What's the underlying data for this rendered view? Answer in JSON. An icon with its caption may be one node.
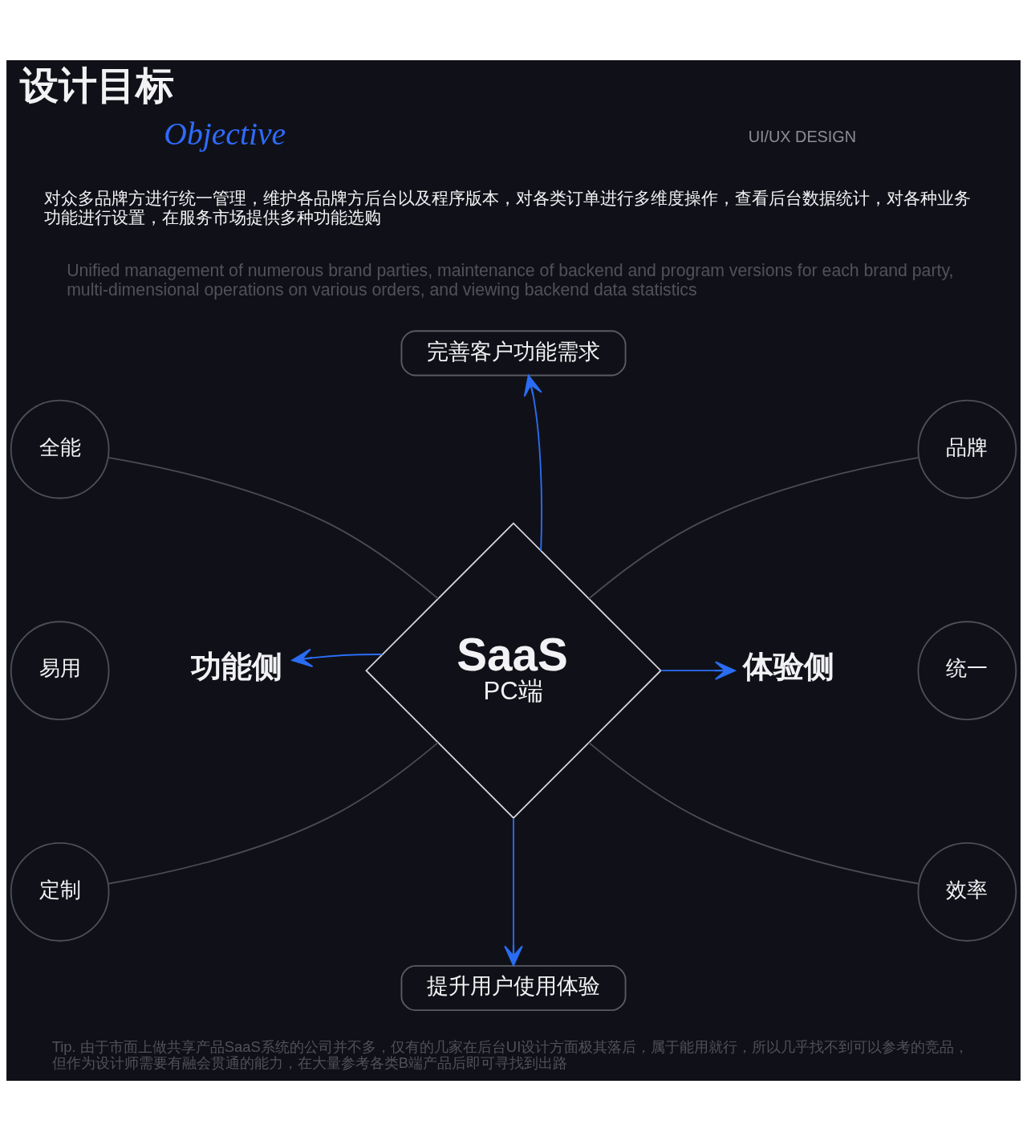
{
  "diagram": {
    "title": "设计目标",
    "nodes": [
      {
        "text": [
          "完善客户功能需求"
        ]
      },
      {
        "text": [
          "全能"
        ]
      },
      {
        "text": [
          "品牌"
        ]
      },
      {
        "text": [
          "易用"
        ]
      },
      {
        "text": [
          "功能侧"
        ]
      },
      {
        "text": [
          "SaaS",
          "PC端"
        ]
      },
      {
        "text": [
          "体验侧"
        ]
      },
      {
        "text": [
          "统一"
        ]
      },
      {
        "text": [
          "定制"
        ]
      },
      {
        "text": [
          "效率"
        ]
      },
      {
        "text": [
          "提升用户使用体验"
        ]
      }
    ],
    "edges": [
      {
        "from": 5,
        "to": 0,
        "arrow": "to",
        "color": "#2a6df4"
      },
      {
        "from": 5,
        "to": 4,
        "arrow": "to",
        "color": "#2a6df4"
      },
      {
        "from": 5,
        "to": 6,
        "arrow": "to",
        "color": "#2a6df4"
      },
      {
        "from": 5,
        "to": 10,
        "arrow": "to",
        "color": "#2a6df4"
      },
      {
        "from": 5,
        "to": 1,
        "arrow": "none",
        "color": "#4a4b53"
      },
      {
        "from": 5,
        "to": 2,
        "arrow": "none",
        "color": "#4a4b53"
      },
      {
        "from": 5,
        "to": 8,
        "arrow": "none",
        "color": "#4a4b53"
      },
      {
        "from": 5,
        "to": 9,
        "arrow": "none",
        "color": "#4a4b53"
      }
    ],
    "labels": [
      "UI/UX DESIGN",
      "Objective",
      "对众多品牌方进行统一管理，维护各品牌方后台以及程序版本，对各类订单进行多维度操作，查看后台数据统计，对各种业务功能进行设置，在服务市场提供多种功能选购",
      "Unified management of numerous brand parties, maintenance of backend and program versions for each brand party, multi-dimensional operations on various orders, and viewing backend data statistics",
      "Tip. 由于市面上做共享产品SaaS系统的公司并不多，仅有的几家在后台UI设计方面极其落后，属于能用就行，所以几乎找不到可以参考的竞品，但作为设计师需要有融会贯通的能力，在大量参考各类B端产品后即可寻找到出路"
    ]
  }
}
